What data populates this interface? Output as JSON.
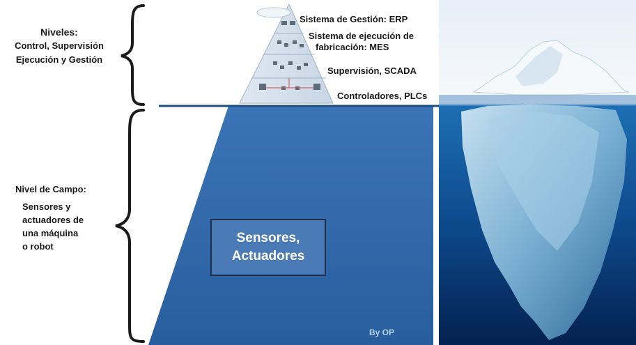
{
  "left_labels": {
    "top_heading": "Niveles:",
    "top_lines": [
      "Control, Supervisión",
      "Ejecución y Gestión"
    ],
    "bottom_heading": "Nivel de Campo:",
    "bottom_lines": [
      "Sensores y",
      "actuadores de",
      "una máquina",
      "o robot"
    ]
  },
  "pyramid_levels": [
    {
      "lines": [
        "Sistema de Gestión: ERP"
      ]
    },
    {
      "lines": [
        "Sistema de ejecución de",
        "fabricación: MES"
      ]
    },
    {
      "lines": [
        "Supervisión, SCADA"
      ]
    },
    {
      "lines": [
        "Controladores, PLCs"
      ]
    }
  ],
  "field_box": {
    "line1": "Sensores,",
    "line2": "Actuadores"
  },
  "credit": "By OP",
  "colors": {
    "pyramid_blue": "#2f66a8",
    "waterline": "#1f4f7f",
    "box_fill": "#4a7bb6",
    "sky": "#eef5fb",
    "deep_water": "#062a5c"
  }
}
